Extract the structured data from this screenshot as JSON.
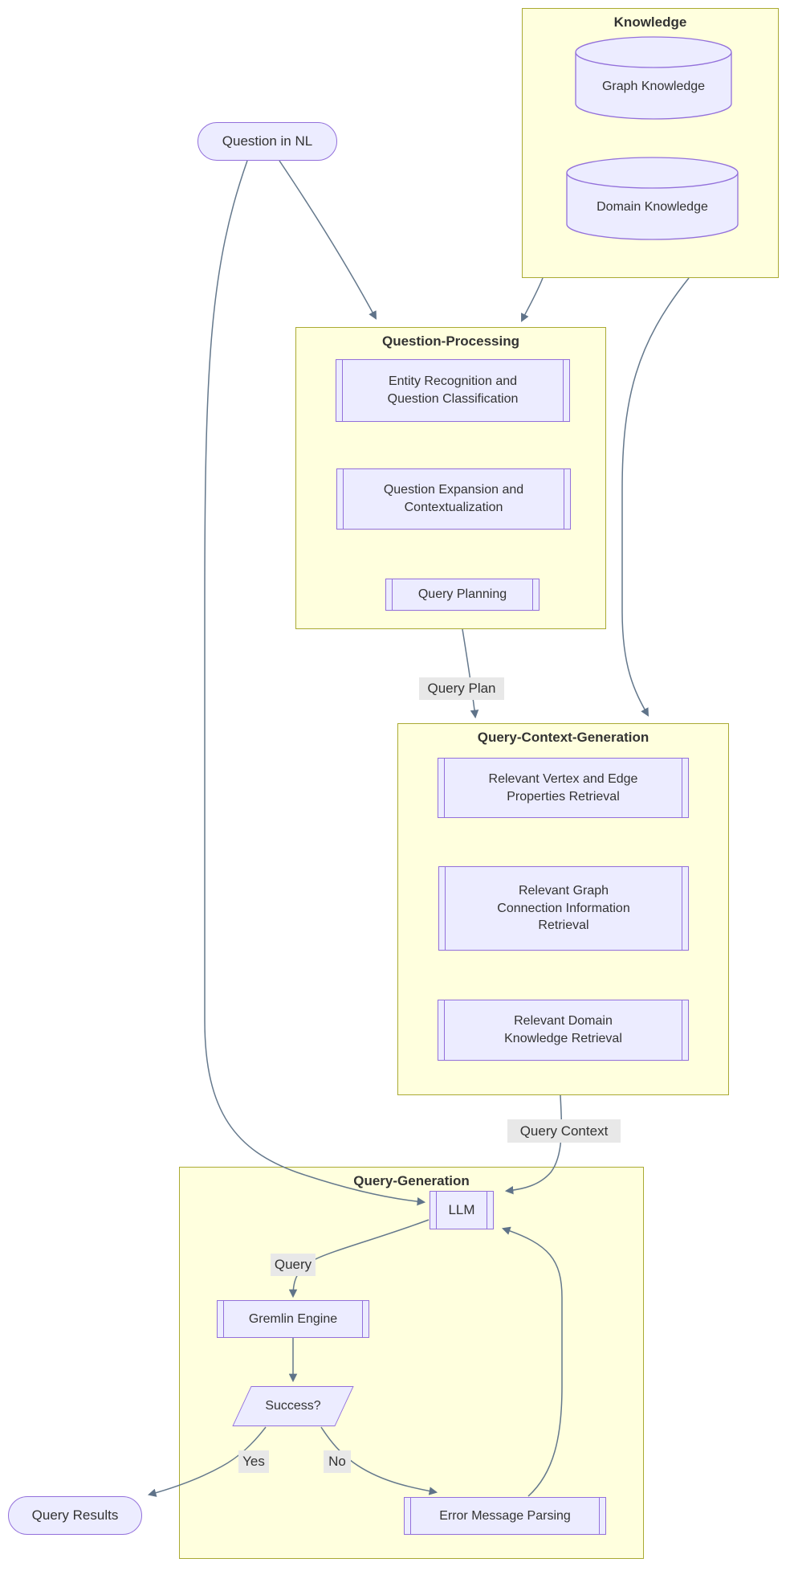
{
  "diagram_type": "flowchart",
  "colors": {
    "node_fill": "#ECECFF",
    "node_border": "#9370DB",
    "container_fill": "#FFFFDE",
    "container_border": "#AAAA33",
    "edge": "#64788C",
    "edge_label_bg": "#E8E8E8",
    "text": "#333333"
  },
  "containers": {
    "knowledge": {
      "title": "Knowledge"
    },
    "question_processing": {
      "title": "Question-Processing"
    },
    "query_context_generation": {
      "title": "Query-Context-Generation"
    },
    "query_generation": {
      "title": "Query-Generation"
    }
  },
  "nodes": {
    "question_in_nl": {
      "label": "Question in NL",
      "shape": "stadium"
    },
    "graph_knowledge": {
      "label": "Graph Knowledge",
      "shape": "cylinder"
    },
    "domain_knowledge": {
      "label": "Domain Knowledge",
      "shape": "cylinder"
    },
    "entity_recognition": {
      "label": "Entity Recognition and\nQuestion Classification",
      "shape": "subroutine"
    },
    "question_expansion": {
      "label": "Question Expansion and\nContextualization",
      "shape": "subroutine"
    },
    "query_planning": {
      "label": "Query Planning",
      "shape": "subroutine"
    },
    "vertex_edge_properties": {
      "label": "Relevant Vertex and Edge\nProperties Retrieval",
      "shape": "subroutine"
    },
    "graph_connection": {
      "label": "Relevant Graph\nConnection Information\nRetrieval",
      "shape": "subroutine"
    },
    "domain_retrieval": {
      "label": "Relevant Domain\nKnowledge Retrieval",
      "shape": "subroutine"
    },
    "llm": {
      "label": "LLM",
      "shape": "subroutine"
    },
    "gremlin_engine": {
      "label": "Gremlin Engine",
      "shape": "subroutine"
    },
    "success": {
      "label": "Success?",
      "shape": "parallelogram"
    },
    "error_message_parsing": {
      "label": "Error Message Parsing",
      "shape": "subroutine"
    },
    "query_results": {
      "label": "Query Results",
      "shape": "stadium"
    }
  },
  "edge_labels": {
    "query_plan": "Query Plan",
    "query_context": "Query Context",
    "query": "Query",
    "yes": "Yes",
    "no": "No"
  },
  "edges": [
    {
      "from": "question_in_nl",
      "to": "question_processing",
      "label": ""
    },
    {
      "from": "knowledge",
      "to": "question_processing",
      "label": ""
    },
    {
      "from": "knowledge",
      "to": "query_context_generation",
      "label": ""
    },
    {
      "from": "question_processing",
      "to": "query_context_generation",
      "label": "Query Plan"
    },
    {
      "from": "query_context_generation",
      "to": "llm",
      "label": "Query Context"
    },
    {
      "from": "question_in_nl",
      "to": "llm",
      "label": ""
    },
    {
      "from": "llm",
      "to": "gremlin_engine",
      "label": "Query"
    },
    {
      "from": "gremlin_engine",
      "to": "success",
      "label": ""
    },
    {
      "from": "success",
      "to": "query_results",
      "label": "Yes"
    },
    {
      "from": "success",
      "to": "error_message_parsing",
      "label": "No"
    },
    {
      "from": "error_message_parsing",
      "to": "llm",
      "label": ""
    }
  ]
}
